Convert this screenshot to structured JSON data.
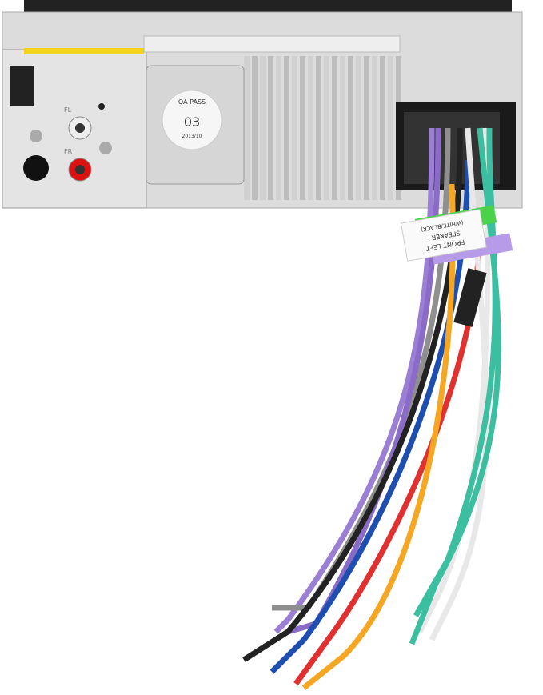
{
  "product": {
    "sticker": {
      "top_text": "QA PASS",
      "number": "03",
      "date": "2013/10"
    },
    "wire_label": {
      "line1": "FRONT LEFT",
      "line2": "SPEAKER -",
      "line3": "(WHITE/BLACK)"
    },
    "port_labels": {
      "fl": "FL",
      "fr": "FR"
    }
  },
  "colors": {
    "chassis": "#d9d9d9",
    "heatsink": "#c8c8c8",
    "connector": "#1a1a1a",
    "wires": [
      "#9b7fd4",
      "#8f8f8f",
      "#ffffff",
      "#3cbfa0",
      "#f5a623",
      "#e03030",
      "#1e4fb0",
      "#222222",
      "#8a6cc8"
    ]
  }
}
